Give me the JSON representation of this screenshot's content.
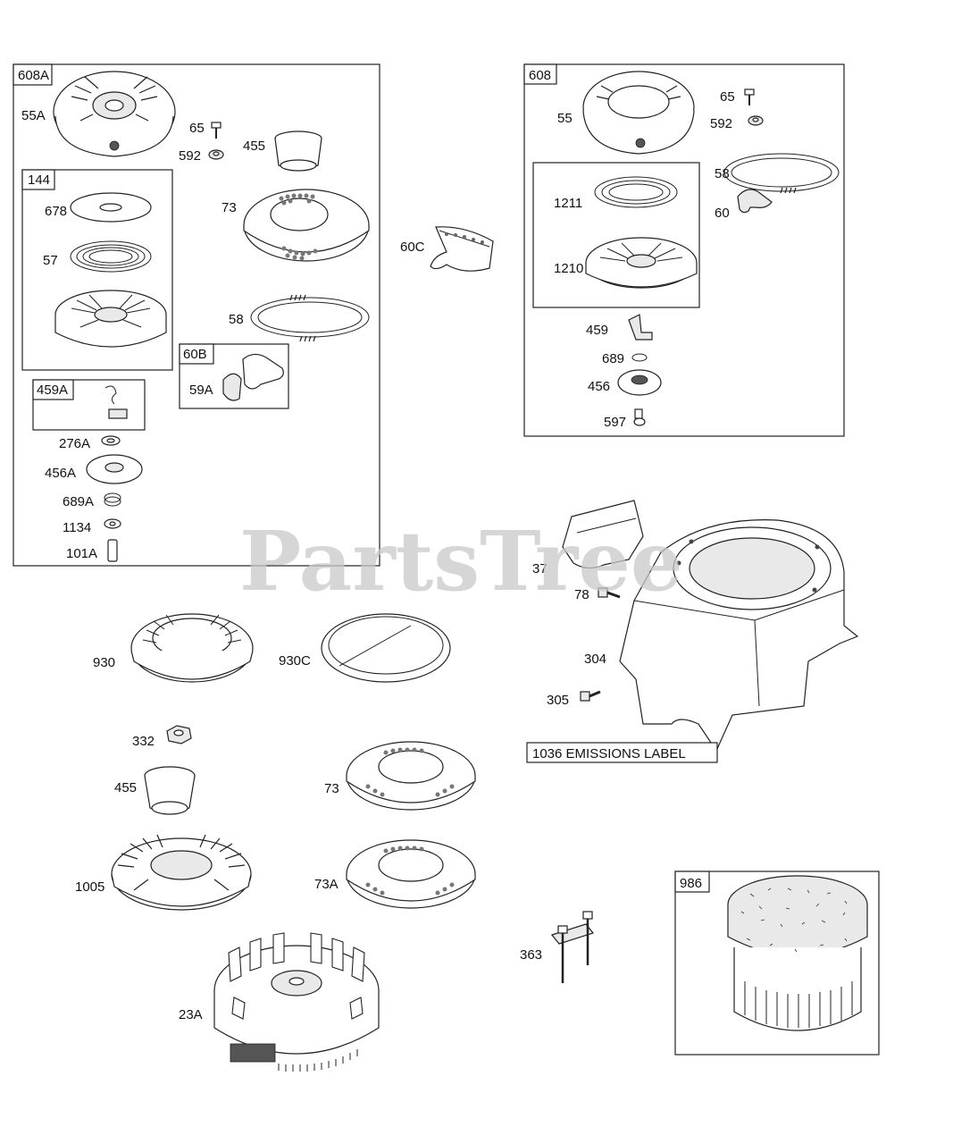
{
  "watermark": "PartsTree",
  "groups": {
    "g608A": "608A",
    "g144": "144",
    "g459A": "459A",
    "g60B": "60B",
    "g608": "608",
    "g986": "986"
  },
  "labels": {
    "l55A": "55A",
    "l65a": "65",
    "l592a": "592",
    "l455a": "455",
    "l678": "678",
    "l57": "57",
    "l73a": "73",
    "l58a": "58",
    "l59A": "59A",
    "l276A": "276A",
    "l456A": "456A",
    "l689A": "689A",
    "l1134": "1134",
    "l101A": "101A",
    "l60C": "60C",
    "l55": "55",
    "l65b": "65",
    "l592b": "592",
    "l58b": "58",
    "l60": "60",
    "l1211": "1211",
    "l1210": "1210",
    "l459": "459",
    "l689": "689",
    "l456": "456",
    "l597": "597",
    "l37": "37",
    "l78": "78",
    "l304": "304",
    "l305": "305",
    "l930": "930",
    "l930C": "930C",
    "l332": "332",
    "l455b": "455",
    "l73b": "73",
    "l1005": "1005",
    "l73A": "73A",
    "l23A": "23A",
    "l363": "363"
  },
  "emissions_label": "1036 EMISSIONS LABEL"
}
